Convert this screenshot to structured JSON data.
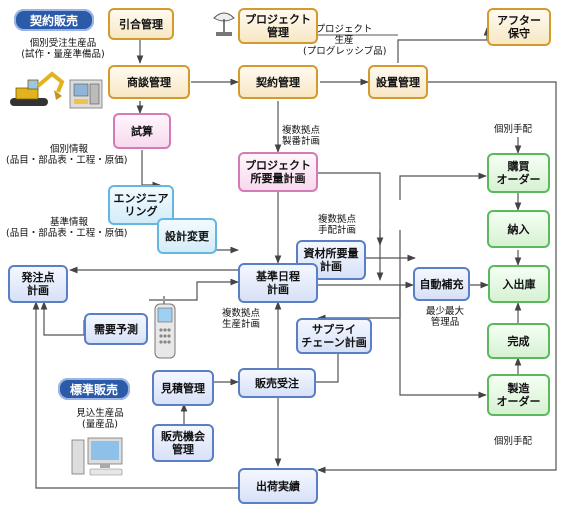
{
  "badges": {
    "contract_sales": "契約販売",
    "standard_sales": "標準販売"
  },
  "labels": {
    "contract_products_1": "個別受注生産品",
    "contract_products_2": "(試作・量産準備品)",
    "individual_info_1": "個別情報",
    "individual_info_2": "(品目・部品表・工程・原価)",
    "base_info_1": "基準情報",
    "base_info_2": "(品目・部品表・工程・原価)",
    "project_production_1": "プロジェクト",
    "project_production_2": "生産",
    "project_production_3": "(プログレッシブ品)",
    "multi_site_mfg_1": "複数拠点",
    "multi_site_mfg_2": "製番計画",
    "multi_site_order_1": "複数拠点",
    "multi_site_order_2": "手配計画",
    "multi_site_prod_1": "複数拠点",
    "multi_site_prod_2": "生産計画",
    "individual_arrange_top": "個別手配",
    "individual_arrange_bottom": "個別手配",
    "minmax_1": "最少最大",
    "minmax_2": "管理品",
    "forecast_products_1": "見込生産品",
    "forecast_products_2": "(量産品)"
  },
  "boxes": {
    "inquiry": "引合管理",
    "project_mgmt": "プロジェクト\n管理",
    "after_service": "アフター\n保守",
    "negotiation": "商談管理",
    "contract": "契約管理",
    "installation": "設置管理",
    "estimate": "試算",
    "project_mrp": "プロジェクト\n所要量計画",
    "purchase_order": "購買\nオーダー",
    "engineering": "エンジニア\nリング",
    "design_change": "設計変更",
    "delivery": "納入",
    "material_mrp": "資材所要量\n計画",
    "order_point": "発注点\n計画",
    "master_schedule": "基準日程\n計画",
    "auto_replenish": "自動補充",
    "stock_in_out": "入出庫",
    "demand_forecast": "需要予測",
    "supply_chain": "サプライ\nチェーン計画",
    "completion": "完成",
    "quotation": "見積管理",
    "sales_order": "販売受注",
    "mfg_order": "製造\nオーダー",
    "sales_opportunity": "販売機会\n管理",
    "shipment": "出荷実績"
  }
}
